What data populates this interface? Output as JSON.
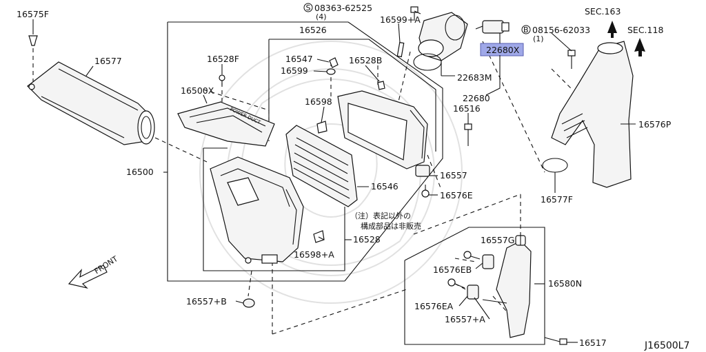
{
  "parts": {
    "p16575F": "16575F",
    "p16577": "16577",
    "p16528F": "16528F",
    "p16500X": "16500X",
    "p16500": "16500",
    "p16526": "16526",
    "p16547": "16547",
    "p16599": "16599",
    "p16528B": "16528B",
    "p16599A": "16599+A",
    "p16598": "16598",
    "p16546": "16546",
    "p16557": "16557",
    "p16576E": "16576E",
    "p16528": "16528",
    "p16598A": "16598+A",
    "p16557B": "16557+B",
    "p22683M": "22683M",
    "p22680": "22680",
    "p22680X": "22680X",
    "p16516": "16516",
    "p16576P": "16576P",
    "p16577F": "16577F",
    "p16557G": "16557G",
    "p16576EB": "16576EB",
    "p16580N": "16580N",
    "p16576EA": "16576EA",
    "p16557A": "16557+A",
    "p16517": "16517"
  },
  "bolts": {
    "b1_num": "08363-62525",
    "b1_qty": "(4)",
    "b1_prefix": "S",
    "b2_num": "08156-62033",
    "b2_qty": "(1)",
    "b2_prefix": "B"
  },
  "sections": {
    "sec163": "SEC.163",
    "sec118": "SEC.118"
  },
  "note": {
    "line1": "（注）表記以外の",
    "line2": "構成部品は非販売"
  },
  "direction": "FRONT",
  "diagram_id": "J16500L7",
  "colors": {
    "highlight_fill": "#9fa8e8",
    "line": "#111111",
    "watermark": "#c8c8c8"
  }
}
